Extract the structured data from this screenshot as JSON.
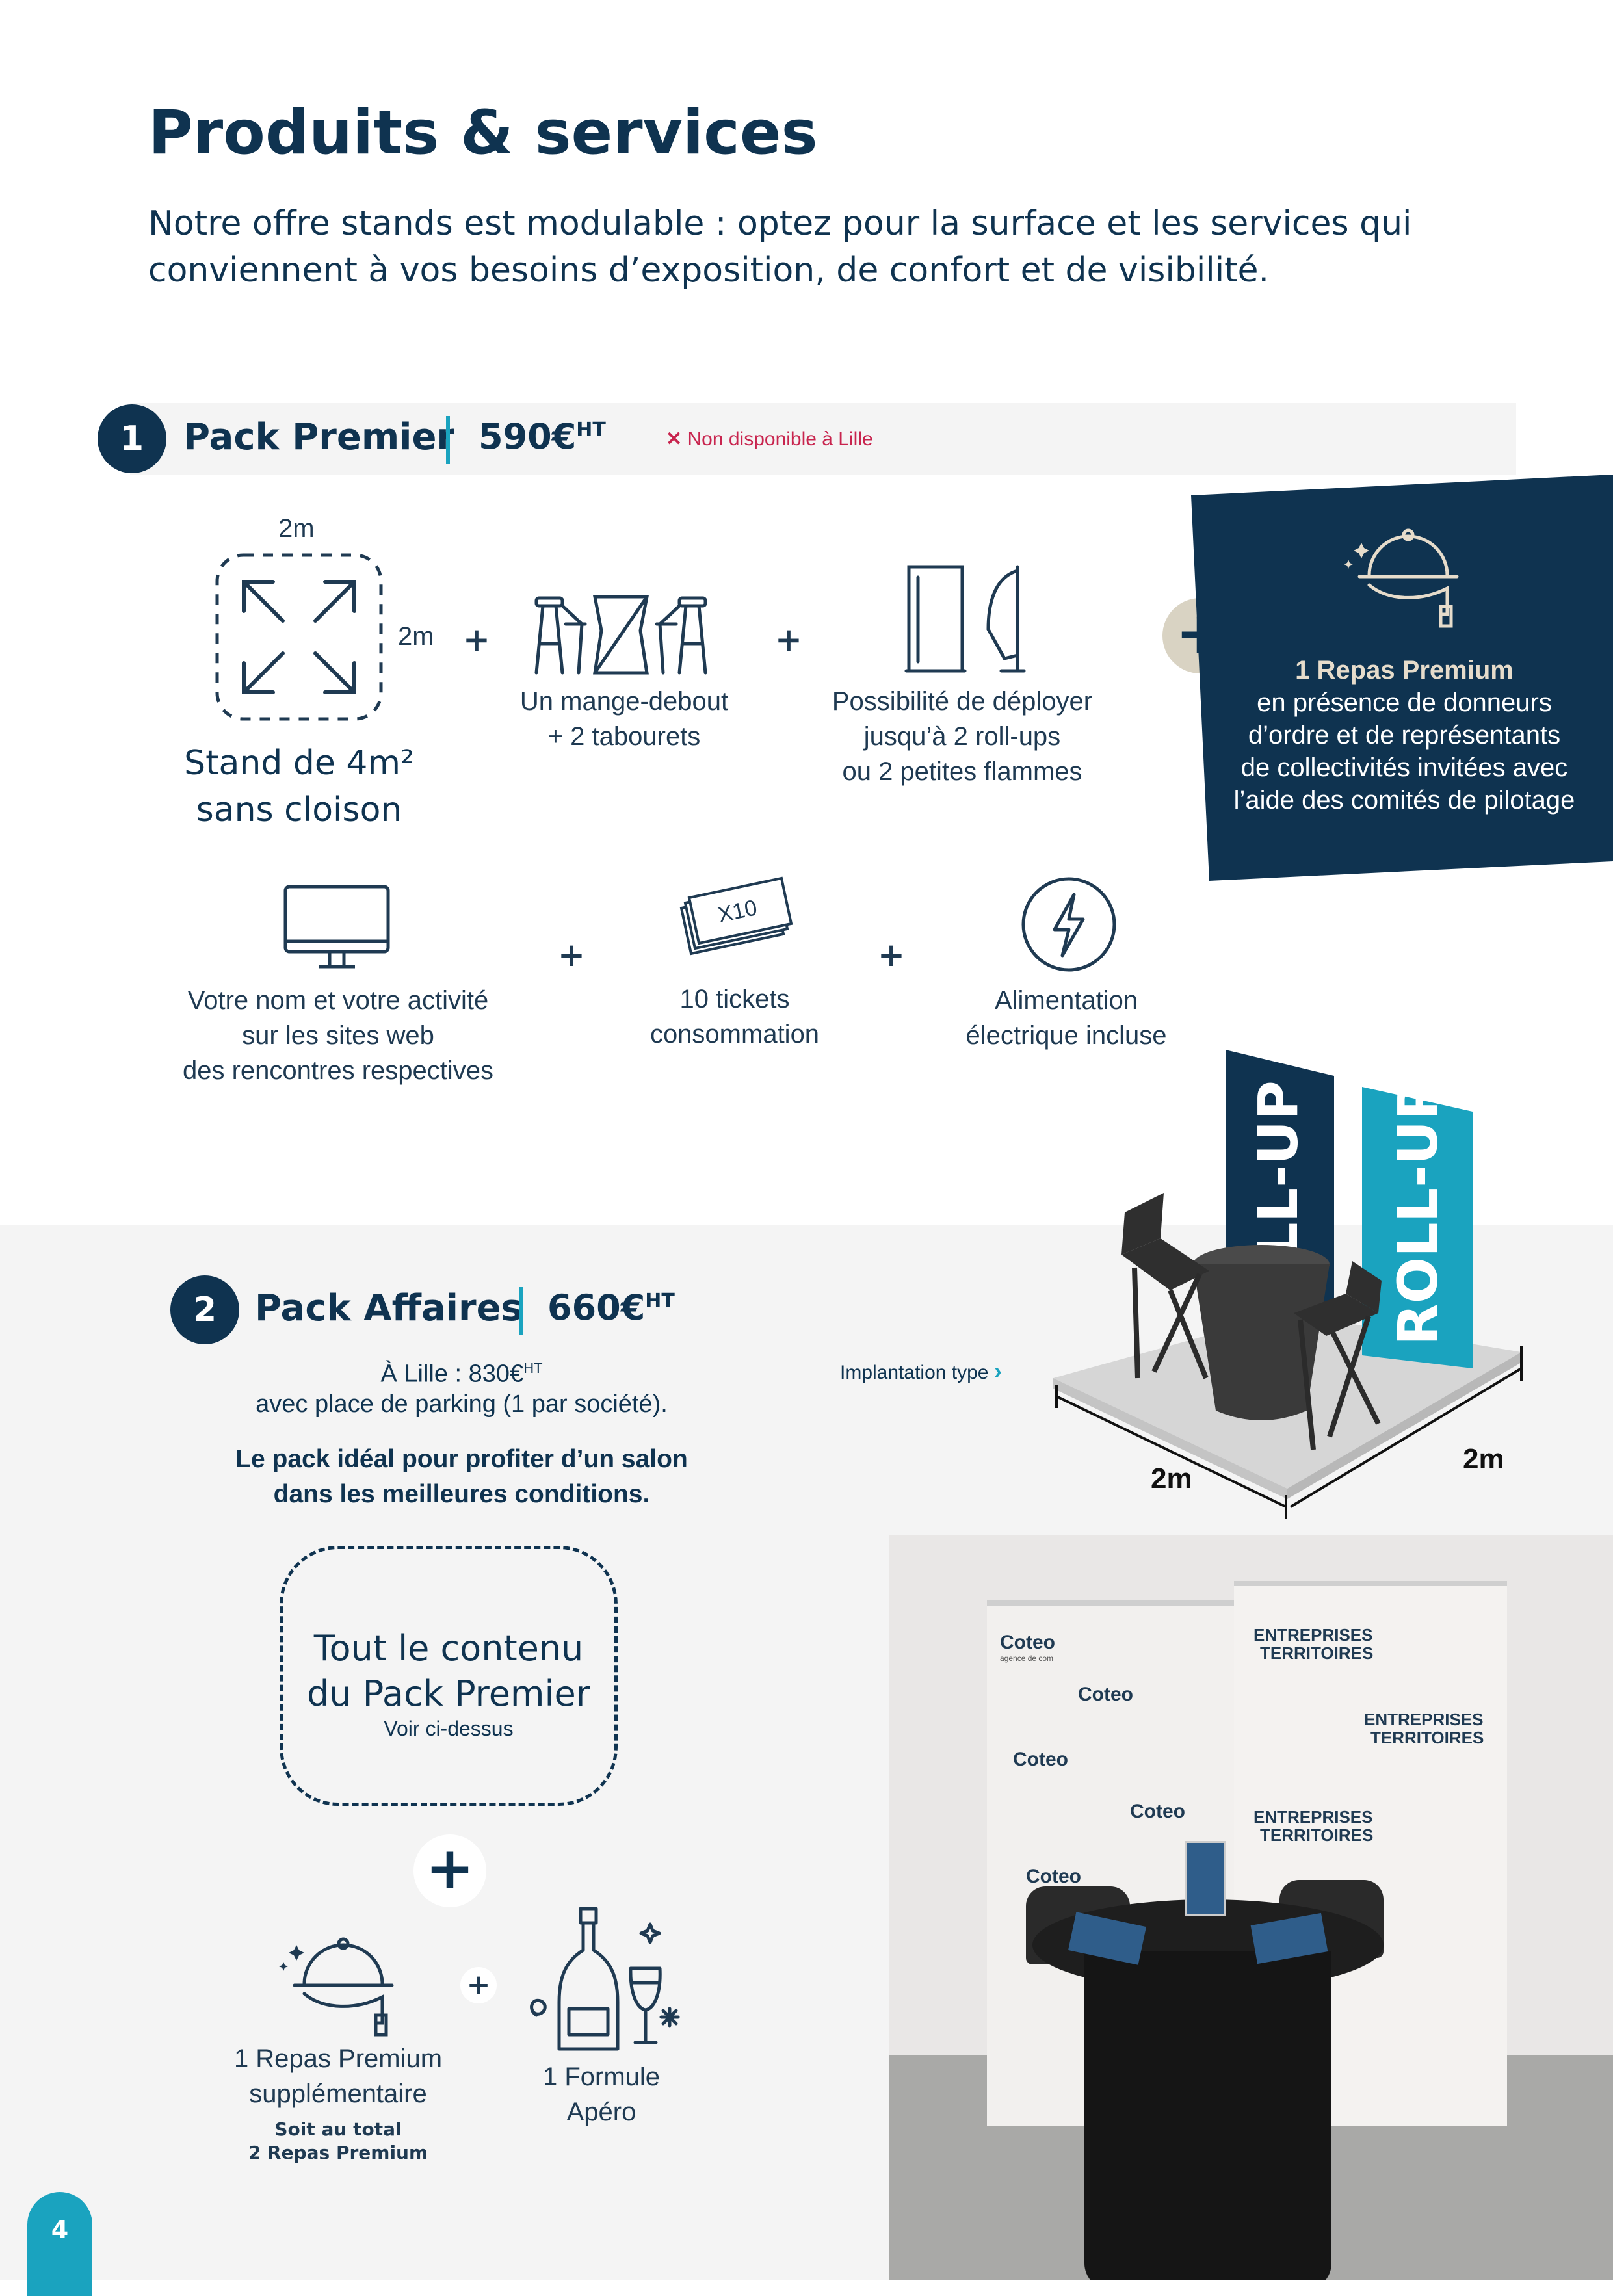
{
  "header": {
    "title": "Produits & services",
    "intro_line1": "Notre offre stands est modulable : optez pour la surface et les services qui",
    "intro_line2": "conviennent à vos besoins d’exposition, de confort et de visibilité."
  },
  "pack1": {
    "number": "1",
    "name": "Pack Premier",
    "price": "590€",
    "price_suffix": "HT",
    "notice": "Non disponible à Lille",
    "stand": {
      "dim_top": "2m",
      "dim_side": "2m",
      "label_line1": "Stand de 4m²",
      "label_line2": "sans cloison"
    },
    "table": {
      "line1": "Un mange-debout",
      "line2": "+ 2 tabourets"
    },
    "rollups": {
      "line1": "Possibilité de déployer",
      "line2": "jusqu’à 2 roll-ups",
      "line3": "ou 2 petites flammes"
    },
    "web": {
      "line1": "Votre nom et votre activité",
      "line2": "sur les sites web",
      "line3": "des rencontres respectives"
    },
    "tickets": {
      "badge": "X10",
      "line1": "10 tickets",
      "line2": "consommation"
    },
    "power": {
      "line1": "Alimentation",
      "line2": "électrique incluse"
    },
    "meal_box": {
      "title": "1 Repas Premium",
      "line1": "en présence de donneurs",
      "line2": "d’ordre et de représentants",
      "line3": "de collectivités invitées avec",
      "line4": "l’aide des comités de pilotage"
    },
    "plus_sign": "+"
  },
  "illustration": {
    "rollup_label_1": "ROLL-UP",
    "rollup_label_2": "ROLL-UP",
    "dim_front": "2m",
    "dim_side": "2m",
    "implantation_link": "Implantation type"
  },
  "pack2": {
    "number": "2",
    "name": "Pack Affaires",
    "price": "660€",
    "price_suffix": "HT",
    "lille_line1_prefix": "À Lille : 830€",
    "lille_line1_suffix": "HT",
    "lille_line2": "avec place de parking (1 par société).",
    "pitch_line1": "Le pack idéal pour profiter d’un salon",
    "pitch_line2": "dans les meilleures conditions.",
    "includes_line1": "Tout le contenu",
    "includes_line2": "du Pack Premier",
    "includes_note": "Voir ci-dessus",
    "meal": {
      "line1": "1 Repas Premium",
      "line2": "supplémentaire",
      "note1": "Soit au total",
      "note2": "2 Repas Premium"
    },
    "apero": {
      "line1": "1 Formule",
      "line2": "Apéro"
    }
  },
  "photo": {
    "brand_a": "Coteo",
    "brand_a_sub": "agence de com",
    "brand_b_1": "ENTREPRISES",
    "brand_b_2": "TERRITOIRES"
  },
  "page_number": "4",
  "colors": {
    "navy": "#0f3350",
    "cyan": "#1aa3bf",
    "grey_band": "#f4f4f4",
    "beige_plus": "#d9d3c3",
    "notice_red": "#c8244e"
  }
}
